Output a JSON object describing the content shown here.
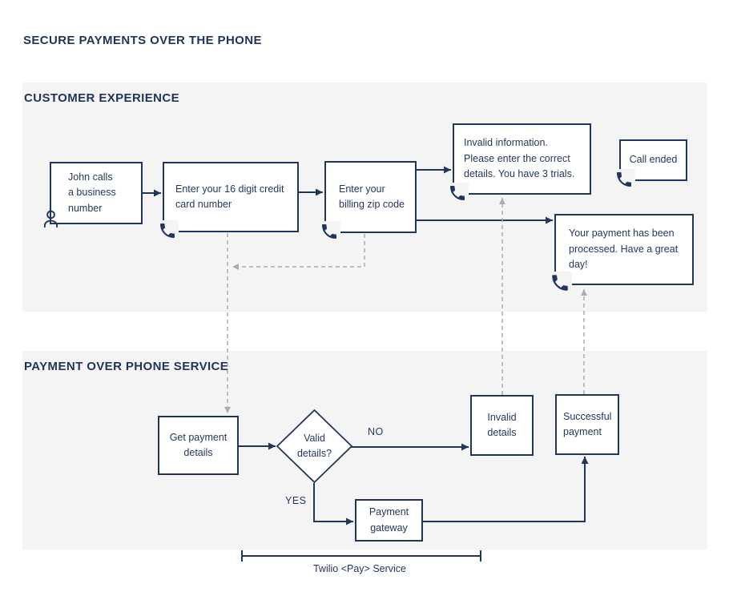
{
  "title": "SECURE PAYMENTS OVER THE PHONE",
  "lanes": [
    {
      "title": "CUSTOMER EXPERIENCE"
    },
    {
      "title": "PAYMENT OVER PHONE SERVICE"
    }
  ],
  "nodes": {
    "john_calls": {
      "text": "John calls\na business\nnumber",
      "icon": "person-icon"
    },
    "enter_card": {
      "text": "Enter your 16 digit credit\ncard number",
      "icon": "phone-call-icon"
    },
    "enter_zip": {
      "text": "Enter your\nbilling zip code",
      "icon": "phone-call-icon"
    },
    "invalid_info": {
      "text": "Invalid information.\nPlease enter the correct\ndetails. You have 3 trials.",
      "icon": "phone-call-icon"
    },
    "call_ended": {
      "text": "Call ended",
      "icon": "phone-call-icon"
    },
    "payment_processed": {
      "text": "Your payment has been\nprocessed. Have a great\nday!",
      "icon": "phone-call-icon"
    },
    "get_payment": {
      "text": "Get payment\ndetails"
    },
    "valid_details": {
      "text": "Valid\ndetails?"
    },
    "invalid_details": {
      "text": "Invalid\ndetails"
    },
    "successful_payment": {
      "text": "Successful\npayment"
    },
    "payment_gateway": {
      "text": "Payment\ngateway"
    }
  },
  "labels": {
    "no": "NO",
    "yes": "YES"
  },
  "bracket": {
    "label": "Twilio <Pay> Service"
  },
  "colors": {
    "line": "#21365b",
    "text": "#24385d",
    "heading": "#1f3457",
    "dashed_line": "#a8acb5",
    "lane_background": "#f4f4f5",
    "node_background": "#ffffff"
  }
}
